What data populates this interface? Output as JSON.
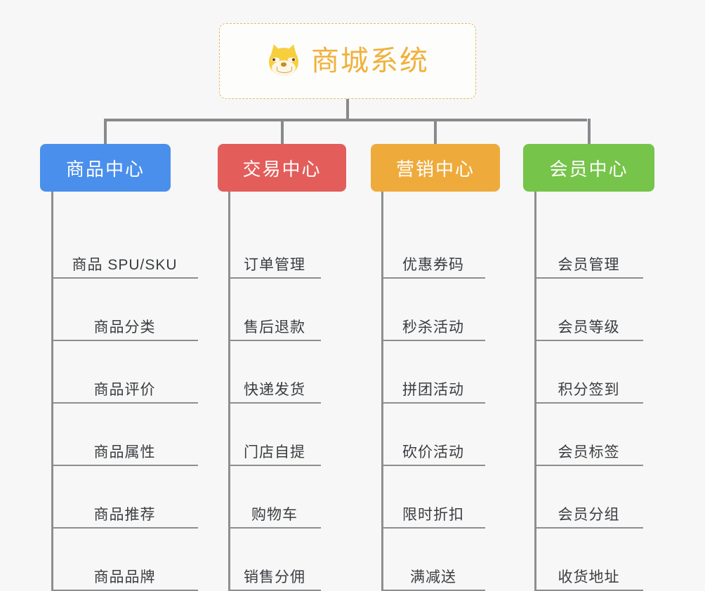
{
  "root": {
    "title": "商城系统",
    "icon": "shiba-dog-icon",
    "border_color": "#e8b860",
    "text_color": "#f0b13b",
    "background": "#fdfdfc"
  },
  "canvas": {
    "background": "#f7f7f7",
    "connector_color": "#888a8c"
  },
  "columns": [
    {
      "title": "商品中心",
      "color": "#4a8fec",
      "items": [
        "商品 SPU/SKU",
        "商品分类",
        "商品评价",
        "商品属性",
        "商品推荐",
        "商品品牌"
      ]
    },
    {
      "title": "交易中心",
      "color": "#e35d5b",
      "items": [
        "订单管理",
        "售后退款",
        "快递发货",
        "门店自提",
        "购物车",
        "销售分佣"
      ]
    },
    {
      "title": "营销中心",
      "color": "#eeab3c",
      "items": [
        "优惠券码",
        "秒杀活动",
        "拼团活动",
        "砍价活动",
        "限时折扣",
        "满减送"
      ]
    },
    {
      "title": "会员中心",
      "color": "#76c44a",
      "items": [
        "会员管理",
        "会员等级",
        "积分签到",
        "会员标签",
        "会员分组",
        "收货地址"
      ]
    }
  ]
}
